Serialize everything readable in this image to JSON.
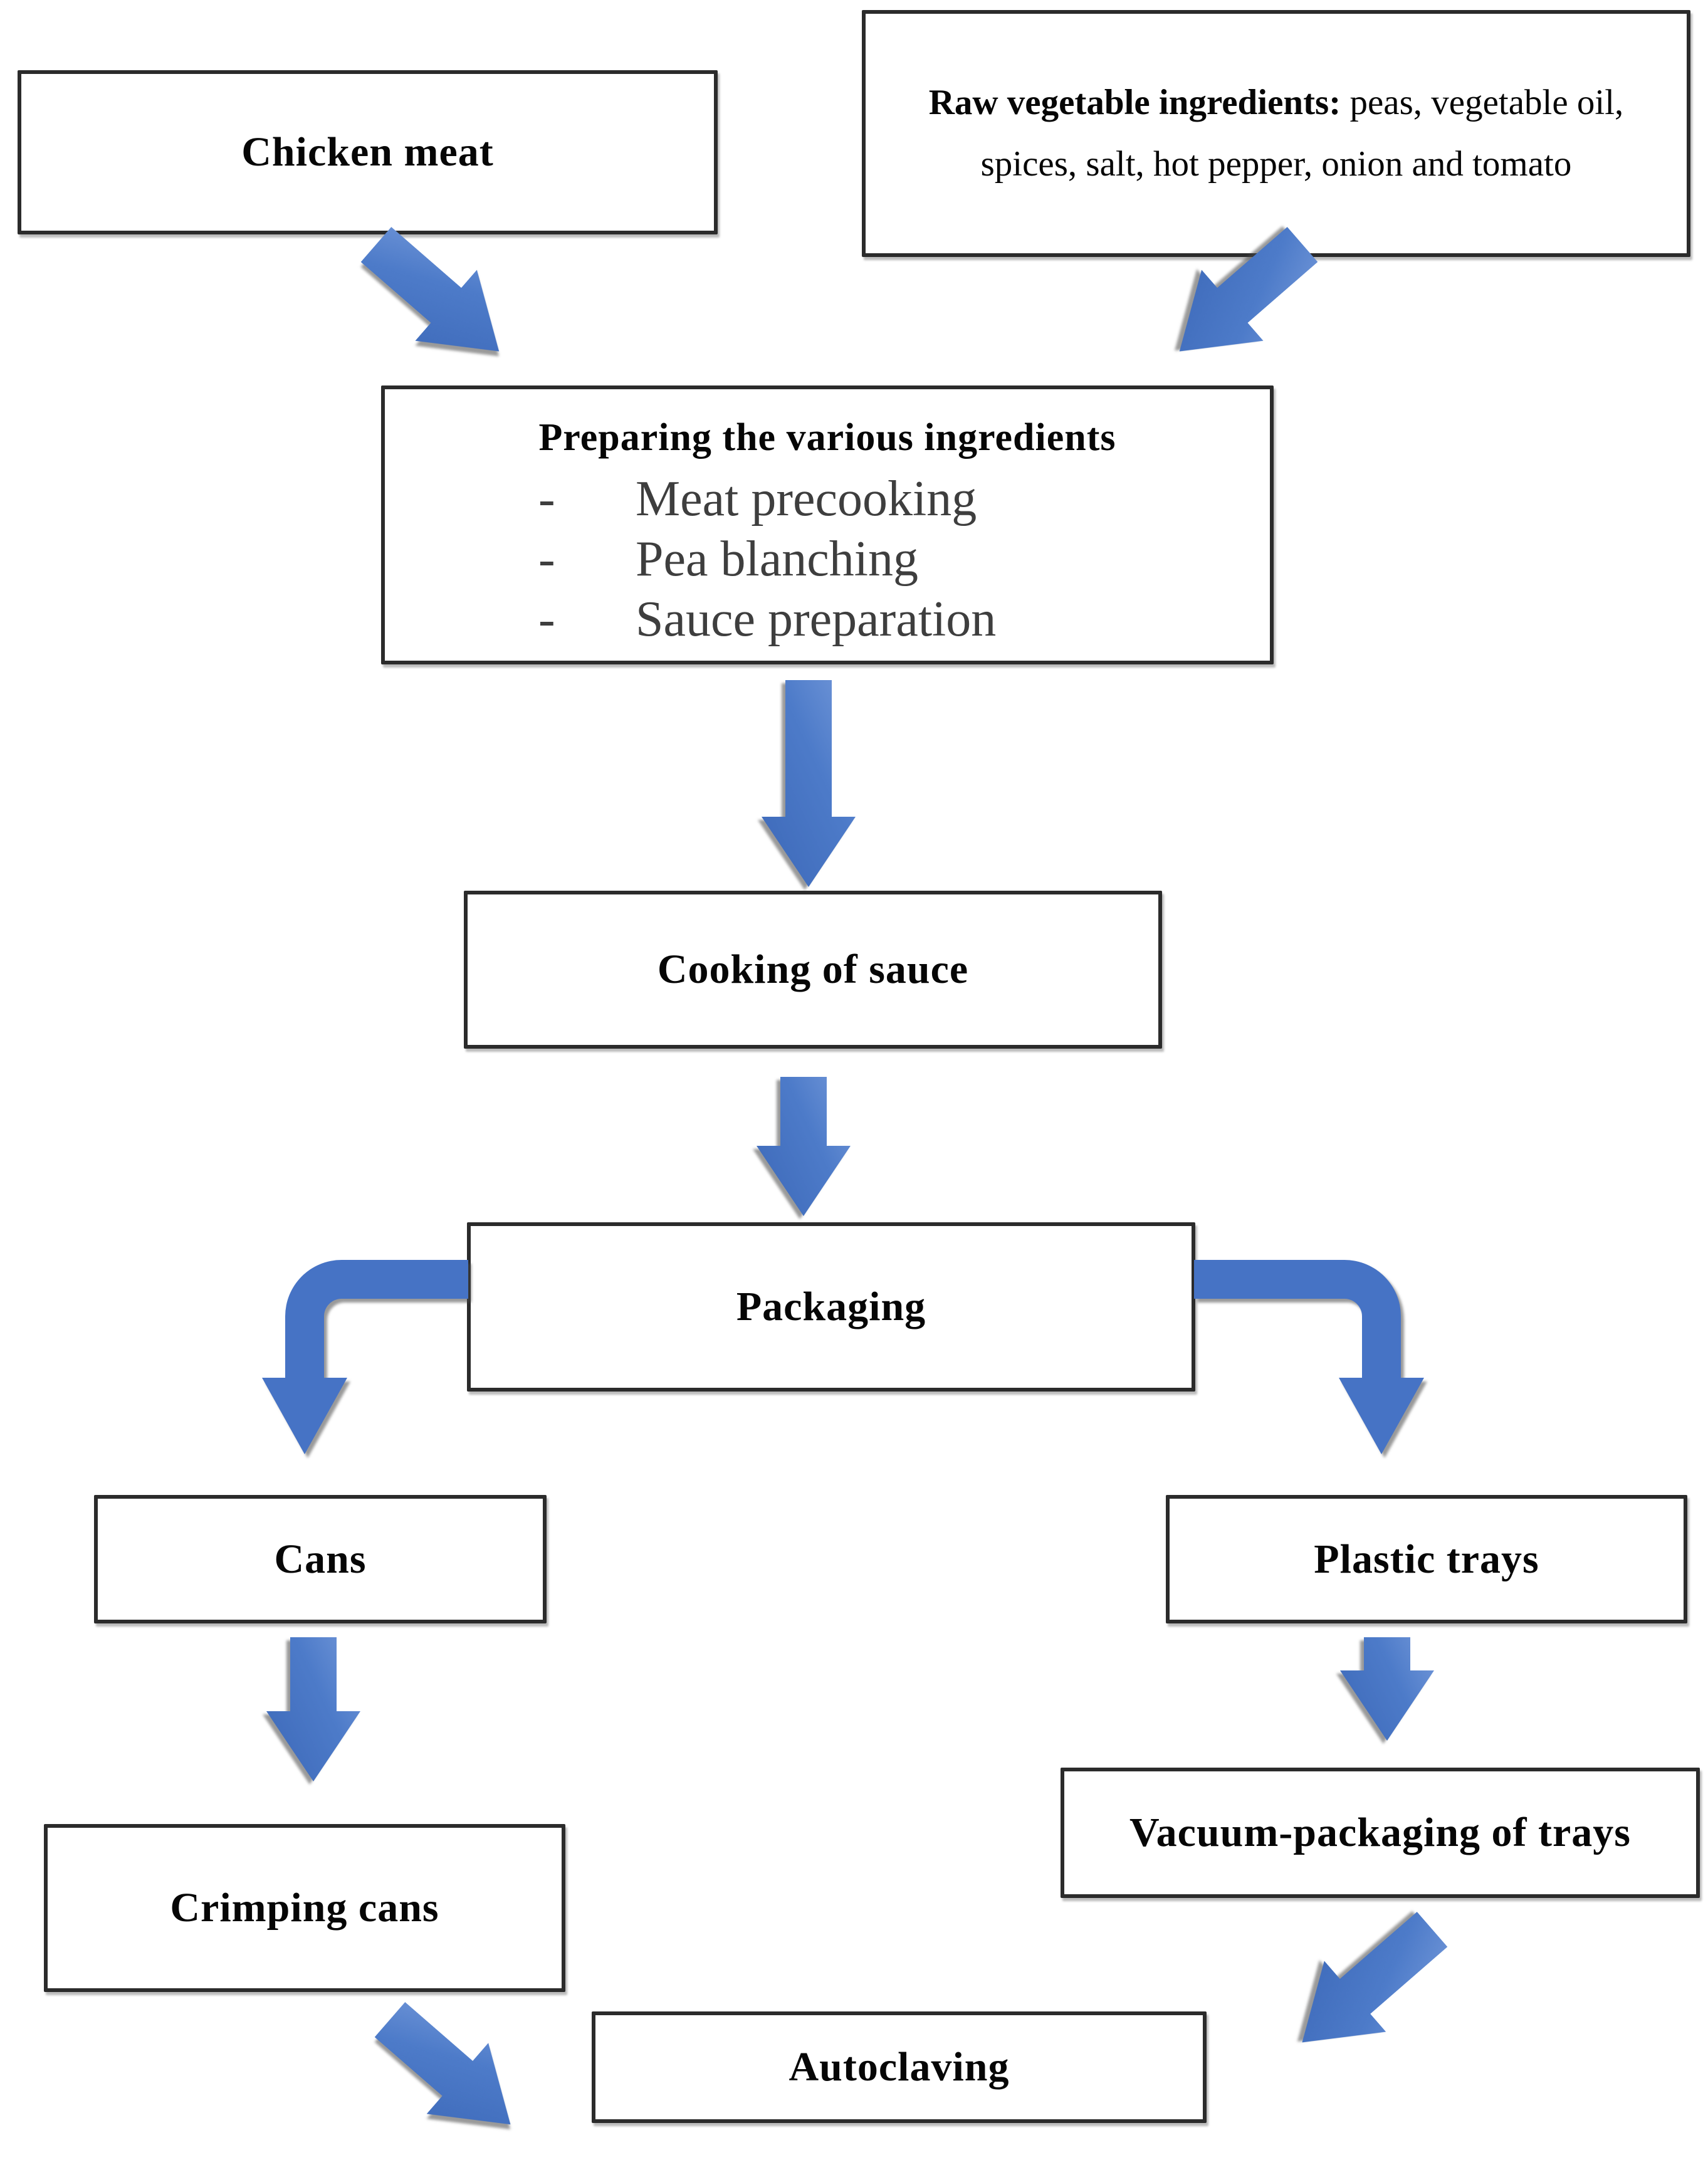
{
  "diagram": {
    "title": "Chicken-and-peas canning process flowchart",
    "type": "flowchart",
    "colors": {
      "arrow_blue": "#4673c5",
      "arrow_blue_dark": "#3c68b8",
      "box_border": "#2b2b2b",
      "box_fill": "#ffffff",
      "list_text_gray": "#3e3e3e",
      "label_text": "#060606",
      "background": "#ffffff"
    },
    "nodes": {
      "chicken": {
        "label": "Chicken meat"
      },
      "raw_vegetable": {
        "line1_bold": "Raw vegetable ingredients:",
        "line1_rest": " peas, vegetable oil,",
        "line2": "spices, salt, hot pepper, onion and tomato"
      },
      "preparing": {
        "title": "Preparing the various ingredients",
        "bullet": "-",
        "items": [
          "Meat precooking",
          "Pea blanching",
          "Sauce preparation"
        ]
      },
      "cooking": {
        "label": "Cooking of sauce"
      },
      "packaging": {
        "label": "Packaging"
      },
      "cans": {
        "label": "Cans"
      },
      "plastic_trays": {
        "label": "Plastic trays"
      },
      "crimping_cans": {
        "label": "Crimping cans"
      },
      "vacuum_packaging": {
        "label": "Vacuum-packaging of trays"
      },
      "autoclaving": {
        "label": "Autoclaving"
      }
    },
    "edges": [
      {
        "from": "chicken",
        "to": "preparing",
        "style": "diagonal-down-right"
      },
      {
        "from": "raw_vegetable",
        "to": "preparing",
        "style": "diagonal-down-left"
      },
      {
        "from": "preparing",
        "to": "cooking",
        "style": "straight-down"
      },
      {
        "from": "cooking",
        "to": "packaging",
        "style": "straight-down"
      },
      {
        "from": "packaging",
        "to": "cans",
        "style": "elbow-left-down"
      },
      {
        "from": "packaging",
        "to": "plastic_trays",
        "style": "elbow-right-down"
      },
      {
        "from": "cans",
        "to": "crimping_cans",
        "style": "straight-down"
      },
      {
        "from": "plastic_trays",
        "to": "vacuum_packaging",
        "style": "straight-down"
      },
      {
        "from": "crimping_cans",
        "to": "autoclaving",
        "style": "diagonal-down-right"
      },
      {
        "from": "vacuum_packaging",
        "to": "autoclaving",
        "style": "diagonal-down-left"
      }
    ]
  }
}
